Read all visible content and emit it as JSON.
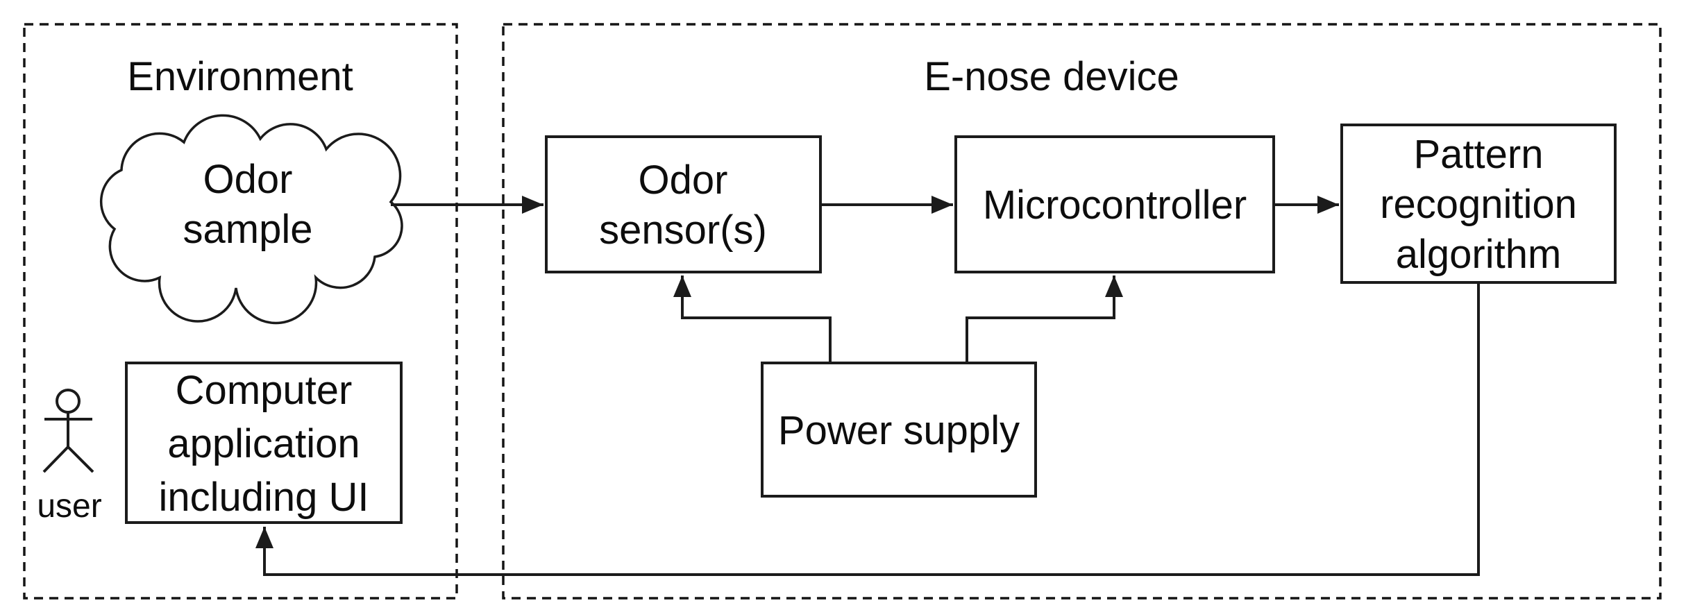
{
  "diagram": {
    "background": "#ffffff",
    "stroke_color": "#1b1b1b",
    "text_color": "#0d0d0d",
    "environment_group": {
      "title": "Environment"
    },
    "enose_group": {
      "title": "E-nose device"
    },
    "cloud": {
      "line1": "Odor",
      "line2": "sample"
    },
    "odor_sensor_box": {
      "line1": "Odor",
      "line2": "sensor(s)"
    },
    "microcontroller_box": {
      "label": "Microcontroller"
    },
    "pattern_box": {
      "line1": "Pattern",
      "line2": "recognition",
      "line3": "algorithm"
    },
    "power_box": {
      "label": "Power supply"
    },
    "computer_box": {
      "line1": "Computer",
      "line2": "application",
      "line3": "including UI"
    },
    "actor": {
      "label": "user"
    },
    "connections": [
      {
        "from": "odor-sample-cloud",
        "to": "odor-sensor"
      },
      {
        "from": "odor-sensor",
        "to": "microcontroller"
      },
      {
        "from": "microcontroller",
        "to": "pattern-recognition-algorithm"
      },
      {
        "from": "power-supply",
        "to": "odor-sensor"
      },
      {
        "from": "power-supply",
        "to": "microcontroller"
      },
      {
        "from": "pattern-recognition-algorithm",
        "to": "computer-application"
      }
    ]
  }
}
